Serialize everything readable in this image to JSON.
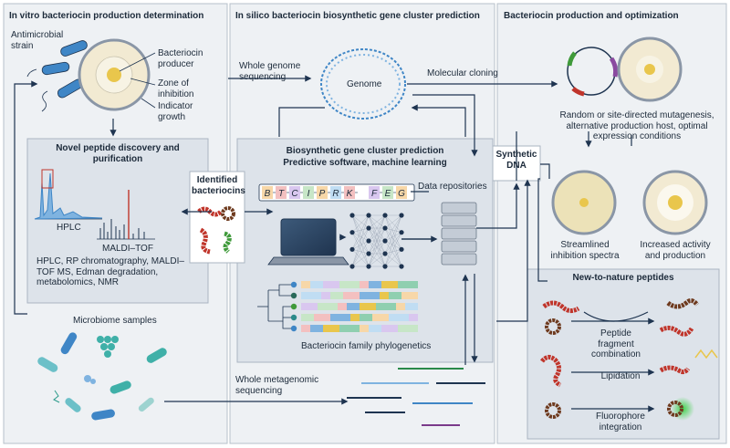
{
  "panels": {
    "left": {
      "title": "In vitro bacteriocin production determination",
      "antimicrobial_strain": "Antimicrobial strain",
      "bacteriocin_producer": "Bacteriocin producer",
      "zone_of_inhibition": "Zone of inhibition",
      "indicator_growth": "Indicator growth",
      "novel_peptide_title": "Novel peptide discovery and purification",
      "hplc": "HPLC",
      "maldi": "MALDI–TOF",
      "methods": "HPLC, RP chromatography, MALDI–TOF MS, Edman degradation, metabolomics, NMR",
      "microbiome_samples": "Microbiome samples"
    },
    "middle": {
      "title": "In silico bacteriocin biosynthetic gene cluster prediction",
      "whole_genome": "Whole genome sequencing",
      "genome": "Genome",
      "bgc_title_1": "Biosynthetic gene cluster prediction",
      "bgc_title_2": "Predictive software, machine learning",
      "sequence_letters": [
        "B",
        "T",
        "C",
        "I",
        "P",
        "R",
        "K",
        "F",
        "E",
        "G"
      ],
      "data_repositories": "Data repositories",
      "phylogenetics": "Bacteriocin family phylogenetics",
      "whole_metagenomic": "Whole metagenomic sequencing"
    },
    "identified": "Identified bacteriocins",
    "synthetic_dna": "Synthetic DNA",
    "molecular_cloning": "Molecular cloning",
    "right": {
      "title": "Bacteriocin production and optimization",
      "mutagenesis": "Random or site-directed mutagenesis, alternative production host, optimal expression conditions",
      "streamlined": "Streamlined inhibition spectra",
      "increased": "Increased activity and production",
      "new_to_nature": "New-to-nature peptides",
      "peptide_fragment": "Peptide fragment combination",
      "lipidation": "Lipidation",
      "fluorophore": "Fluorophore integration"
    }
  },
  "colors": {
    "panel_bg": "#eef1f4",
    "panel_border": "#b7c0ca",
    "arrow": "#1e3450",
    "peptide_red": "#c0352b",
    "peptide_brown": "#6e3a1e",
    "peptide_green": "#3f9a3a",
    "agar": "#f2ead2",
    "colony": "#e9c64c",
    "hplc_blue": "#3f86c6"
  }
}
